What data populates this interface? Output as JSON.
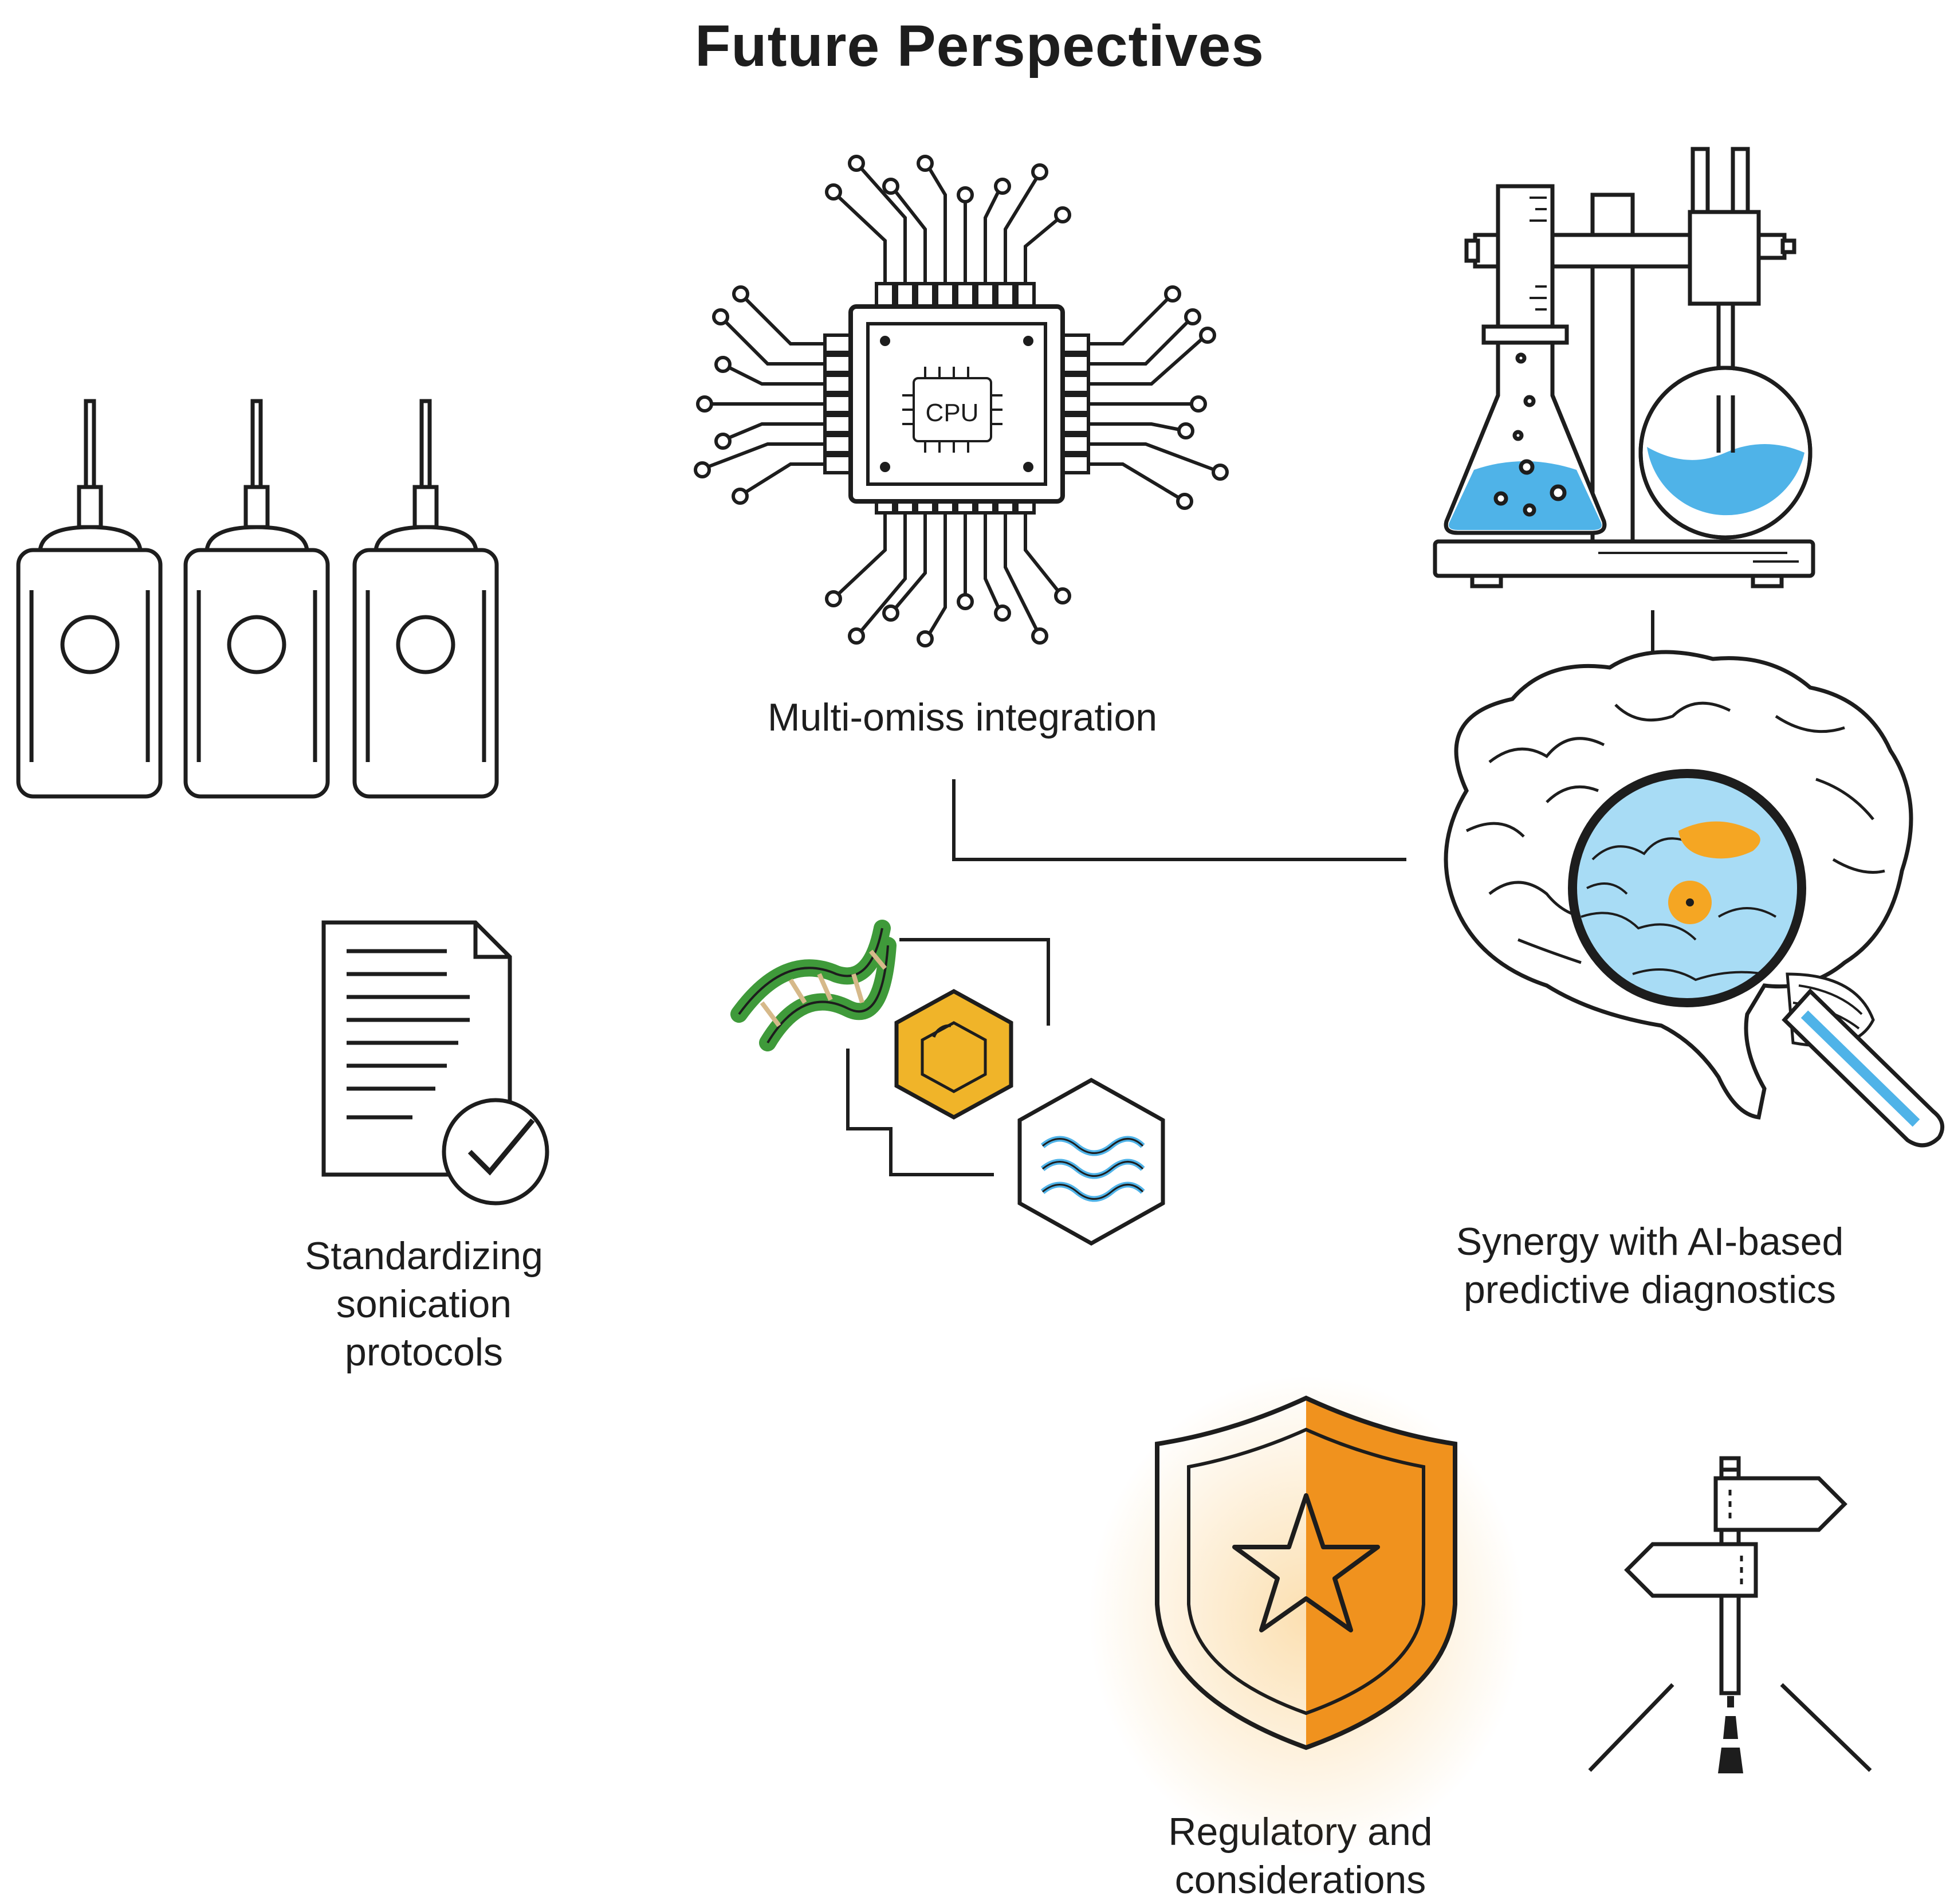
{
  "title": "Future Perspectives",
  "nodes": {
    "multi_omics": {
      "label": "Multi-omiss integration",
      "icon": "cpu-chip-icon"
    },
    "standardizing": {
      "label_lines": [
        "Standardizing",
        "sonication",
        "protocols"
      ],
      "icon": "checked-document-icon"
    },
    "ai_diagnostics": {
      "label_lines": [
        "Synergy with AI-based",
        "predictive diagnostics"
      ],
      "icon": "brain-magnifier-icon"
    },
    "regulatory": {
      "label_lines": [
        "Regulatory and",
        "considerations"
      ],
      "icon": "shield-star-icon"
    }
  },
  "chip_text": "CPU",
  "decorations": {
    "sonicators": "sonicator-probe-icon",
    "lab_apparatus": "lab-flask-stand-icon",
    "omics_cluster": "dna-molecule-icon",
    "road_sign": "signpost-road-icon"
  },
  "colors": {
    "ink": "#1d1d1d",
    "liquid_blue": "#4fb3e8",
    "light_blue": "#a8dcf5",
    "dna_green": "#3f9a3a",
    "hex_gold": "#f0b429",
    "shield_orange": "#f0921e",
    "highlight_orange": "#f5a623"
  }
}
